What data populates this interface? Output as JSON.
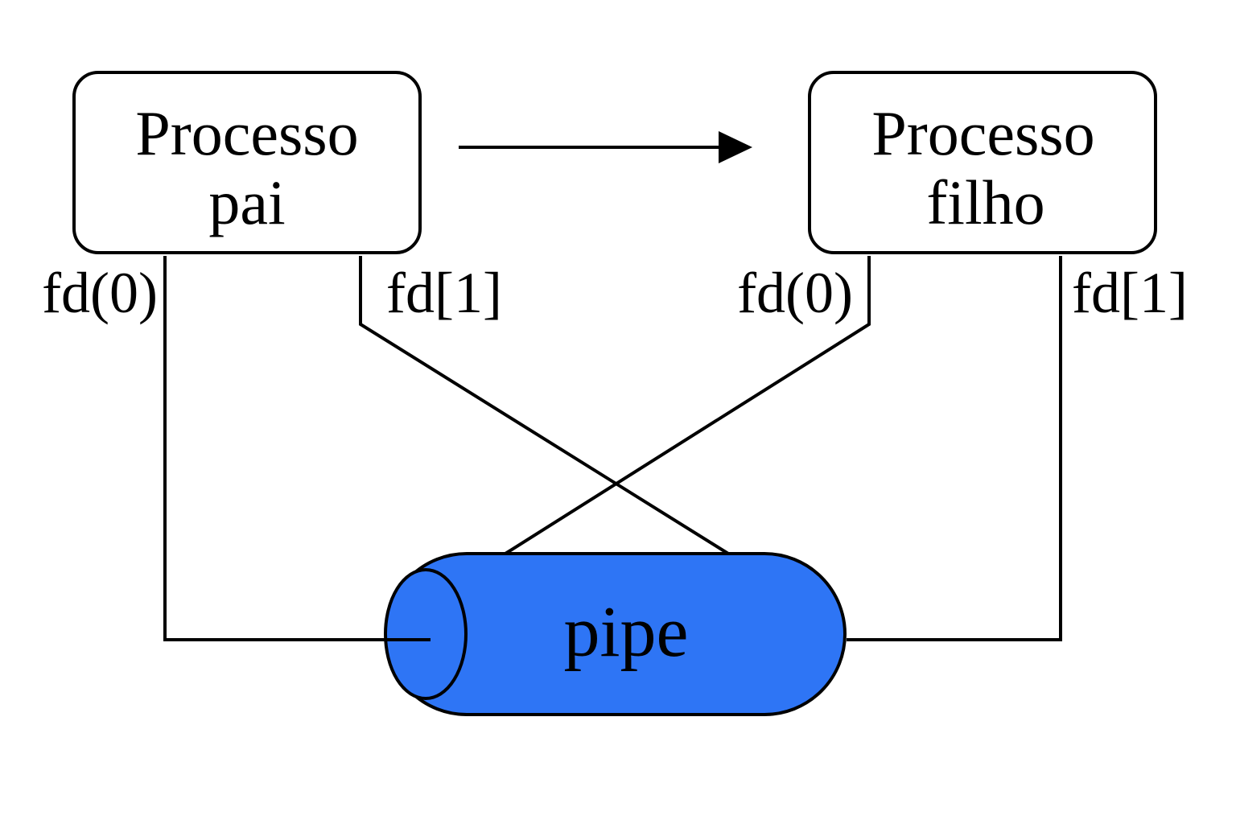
{
  "parent_process": {
    "line1": "Processo",
    "line2": "pai",
    "fd_read": "fd(0)",
    "fd_write": "fd[1]"
  },
  "child_process": {
    "line1": "Processo",
    "line2": "filho",
    "fd_read": "fd(0)",
    "fd_write": "fd[1]"
  },
  "pipe": {
    "label": "pipe",
    "color": "#2e75f5"
  },
  "colors": {
    "stroke": "#000000",
    "background": "#ffffff"
  }
}
